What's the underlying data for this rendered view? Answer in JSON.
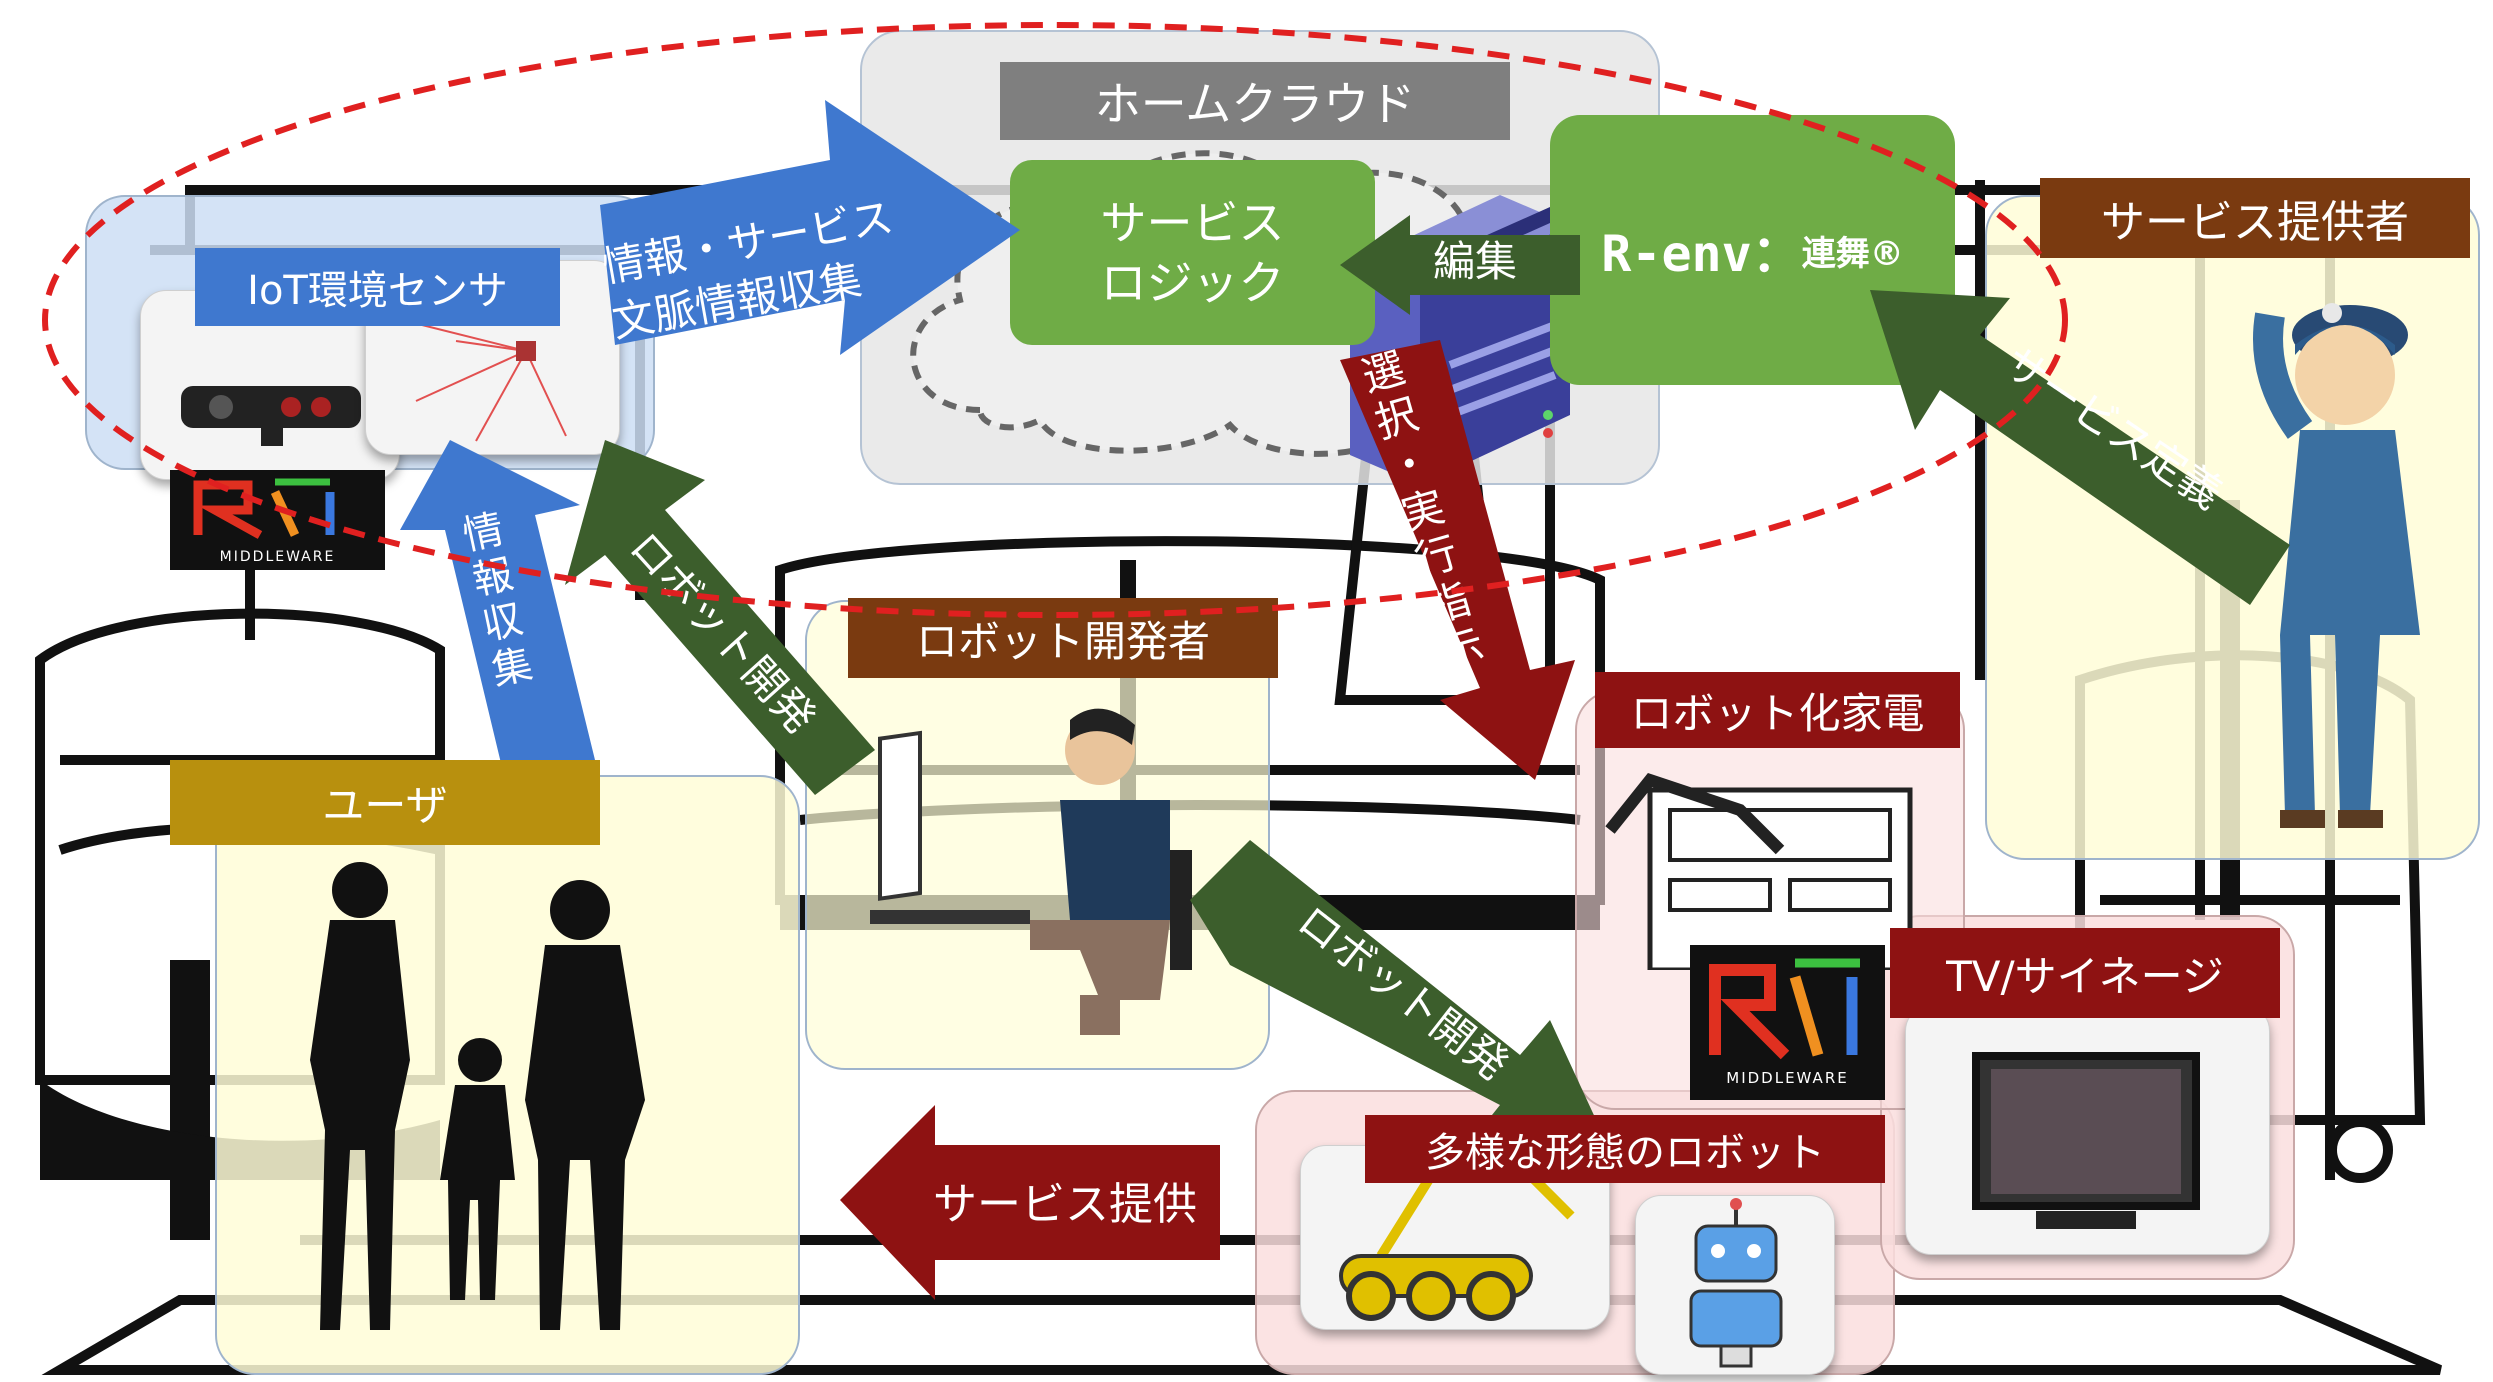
{
  "labels": {
    "home_cloud": "ホームクラウド",
    "service_logic_line1": "サービス",
    "service_logic_line2": "ロジック",
    "edit": "編集",
    "renv": "R-env：",
    "renv_sub": "連舞®",
    "service_provider": "サービス提供者",
    "iot_sensor": "IoT環境センサ",
    "info_service_line1": "情報・サービス",
    "info_service_line2": "文脈情報収集",
    "select_exec": "選択・実行指示",
    "service_definition": "サービス定義",
    "info_collect": "情報収集",
    "robot_dev_arrow1": "ロボット開発",
    "robot_developer": "ロボット開発者",
    "robot_appliance": "ロボット化家電",
    "user": "ユーザ",
    "robot_dev_arrow2": "ロボット開発",
    "tv_signage": "TV/サイネージ",
    "various_robots": "多様な形態のロボット",
    "service_provision": "サービス提供",
    "rt_middleware_1": "MIDDLEWARE",
    "rt_middleware_2": "MIDDLEWARE"
  },
  "colors": {
    "blue": "#3f78cf",
    "green": "#6fac46",
    "dark_green": "#3c5e2c",
    "dark_red": "#8e1212",
    "brown": "#7a3a10",
    "gold": "#b8900e",
    "gray": "#7f7f7f"
  }
}
